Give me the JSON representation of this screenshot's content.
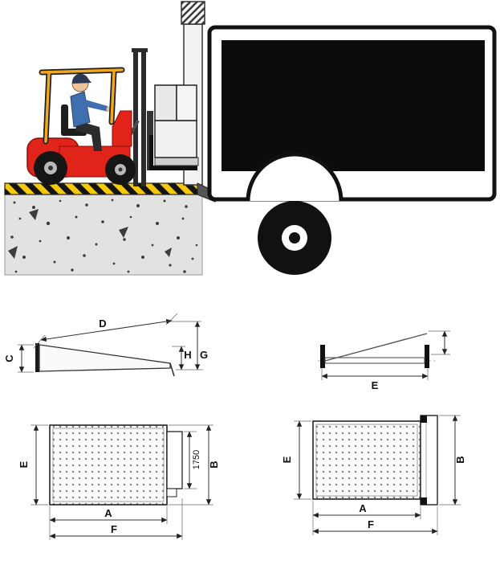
{
  "diagrams": {
    "side_profile": {
      "d": "D",
      "c": "C",
      "h": "H",
      "g": "G"
    },
    "side_flat": {
      "e": "E"
    },
    "plan_left": {
      "e": "E",
      "a": "A",
      "f": "F",
      "b": "B",
      "length": "1750"
    },
    "plan_right": {
      "e": "E",
      "a": "A",
      "f": "F",
      "b": "B"
    }
  },
  "colors": {
    "forklift_red": "#e02419",
    "guard_orange": "#f0a81f",
    "hazard_yellow": "#f6c80a",
    "line_dark": "#222222"
  }
}
